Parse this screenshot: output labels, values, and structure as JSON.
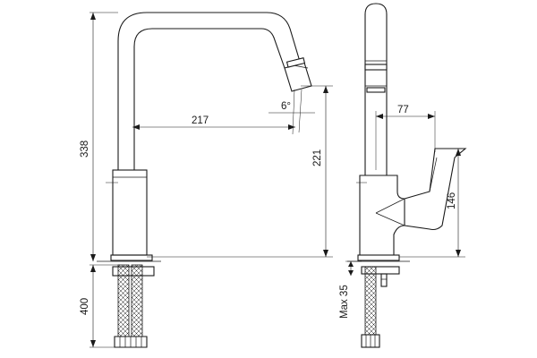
{
  "dimensions": {
    "height_total": "338",
    "reach": "217",
    "spout_angle": "6°",
    "spout_height": "221",
    "supply_hose": "400",
    "handle_offset": "77",
    "handle_height": "146",
    "max_deck": "Max 35"
  }
}
